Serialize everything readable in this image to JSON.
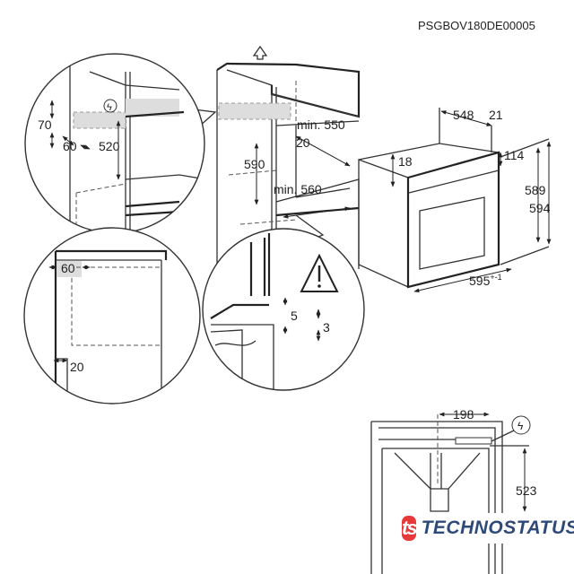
{
  "document_code": "PSGBOV180DE00005",
  "dimensions": {
    "detail_top": {
      "height_70": "70",
      "depth_60": "60",
      "height_520": "520"
    },
    "cabinet": {
      "height_590": "590",
      "min_550": "min. 550",
      "gap_20": "20",
      "min_560": "min. 560"
    },
    "oven": {
      "depth_548": "548",
      "front_21": "21",
      "top_18": "18",
      "panel_114": "114",
      "height_589": "589",
      "height_594": "594",
      "width_595": "595",
      "width_595_tolerance": "+-1"
    },
    "detail_side": {
      "width_60": "60",
      "gap_20": "20"
    },
    "detail_base": {
      "gap_5": "5",
      "gap_3": "3"
    },
    "hob": {
      "offset_198": "198",
      "height_523": "523"
    }
  },
  "logo": {
    "mark": "ts",
    "text": "TECHNOSTATUS"
  },
  "colors": {
    "logo_red": "#e63a3a",
    "logo_blue": "#2e4a78",
    "highlight": "#d8d8d8"
  }
}
